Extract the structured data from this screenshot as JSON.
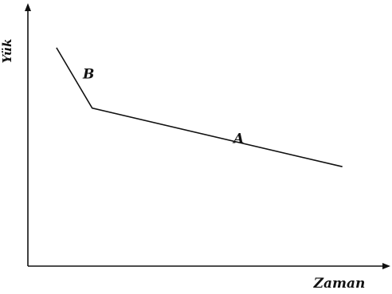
{
  "chart_data": {
    "type": "line",
    "x": [
      0,
      1,
      8
    ],
    "series": [
      {
        "values": [
          10,
          6.9,
          3.9
        ]
      }
    ],
    "segment_labels": [
      {
        "text": "B",
        "x": 0.9,
        "y": 8.6
      },
      {
        "text": "A",
        "x": 5.1,
        "y": 5.3
      }
    ],
    "xlabel": "Zaman",
    "ylabel": "Yük",
    "xlim": [
      -0.8,
      9.3
    ],
    "ylim": [
      -1.2,
      12.2
    ],
    "grid": false
  }
}
